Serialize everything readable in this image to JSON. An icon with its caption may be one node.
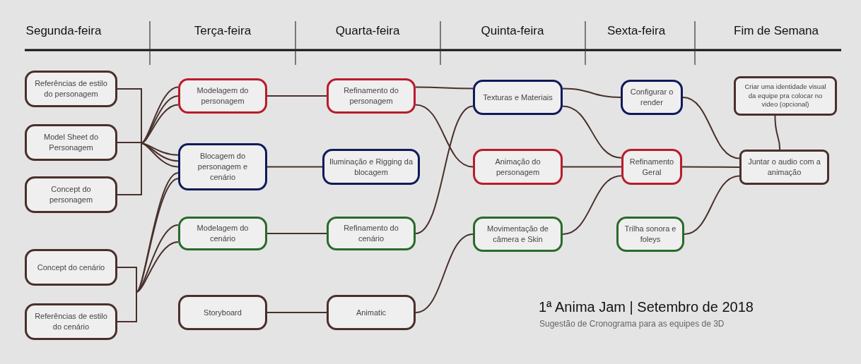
{
  "diagram": {
    "title": "1ª Anima Jam | Setembro de 2018",
    "caption": "Sugestão de Cronograma para as equipes de 3D",
    "nodes": [
      {
        "text": [
          "Referências de estilo do personagem"
        ]
      },
      {
        "text": [
          "Model Sheet do Personagem"
        ]
      },
      {
        "text": [
          "Concept do personagem"
        ]
      },
      {
        "text": [
          "Concept do cenário"
        ]
      },
      {
        "text": [
          "Referências de estilo do cenário"
        ]
      },
      {
        "text": [
          "Modelagem do personagem"
        ]
      },
      {
        "text": [
          "Blocagem do personagem e cenário"
        ]
      },
      {
        "text": [
          "Modelagem do cenário"
        ]
      },
      {
        "text": [
          "Storyboard"
        ]
      },
      {
        "text": [
          "Refinamento do personagem"
        ]
      },
      {
        "text": [
          "Iluminação e Rigging da blocagem"
        ]
      },
      {
        "text": [
          "Refinamento do cenário"
        ]
      },
      {
        "text": [
          "Animatic"
        ]
      },
      {
        "text": [
          "Texturas e Materiais"
        ]
      },
      {
        "text": [
          "Animação do personagem"
        ]
      },
      {
        "text": [
          "Movimentação de câmera e Skin"
        ]
      },
      {
        "text": [
          "Configurar o render"
        ]
      },
      {
        "text": [
          "Refinamento Geral"
        ]
      },
      {
        "text": [
          "Trilha sonora e foleys"
        ]
      },
      {
        "text": [
          "Criar uma identidade visual da equipe pra colocar no video (opcional)"
        ]
      },
      {
        "text": [
          "Juntar o audio com a animação"
        ]
      }
    ],
    "edges": [
      {
        "from": 0,
        "to": 5,
        "arrow": "none"
      },
      {
        "from": 0,
        "to": 6,
        "arrow": "none"
      },
      {
        "from": 1,
        "to": 5,
        "arrow": "none"
      },
      {
        "from": 1,
        "to": 6,
        "arrow": "none"
      },
      {
        "from": 2,
        "to": 5,
        "arrow": "none"
      },
      {
        "from": 2,
        "to": 6,
        "arrow": "none"
      },
      {
        "from": 3,
        "to": 6,
        "arrow": "none"
      },
      {
        "from": 3,
        "to": 7,
        "arrow": "none"
      },
      {
        "from": 4,
        "to": 6,
        "arrow": "none"
      },
      {
        "from": 4,
        "to": 7,
        "arrow": "none"
      },
      {
        "from": 5,
        "to": 9,
        "arrow": "none"
      },
      {
        "from": 6,
        "to": 10,
        "arrow": "none"
      },
      {
        "from": 7,
        "to": 11,
        "arrow": "none"
      },
      {
        "from": 8,
        "to": 12,
        "arrow": "none"
      },
      {
        "from": 9,
        "to": 13,
        "arrow": "none"
      },
      {
        "from": 9,
        "to": 14,
        "arrow": "none"
      },
      {
        "from": 11,
        "to": 13,
        "arrow": "none"
      },
      {
        "from": 12,
        "to": 15,
        "arrow": "none"
      },
      {
        "from": 13,
        "to": 16,
        "arrow": "none"
      },
      {
        "from": 13,
        "to": 17,
        "arrow": "none"
      },
      {
        "from": 14,
        "to": 17,
        "arrow": "none"
      },
      {
        "from": 15,
        "to": 17,
        "arrow": "none"
      },
      {
        "from": 16,
        "to": 20,
        "arrow": "none"
      },
      {
        "from": 17,
        "to": 20,
        "arrow": "none"
      },
      {
        "from": 18,
        "to": 20,
        "arrow": "none"
      },
      {
        "from": 19,
        "to": 20,
        "arrow": "none"
      }
    ],
    "labels": [
      "Segunda-feira",
      "Terça-feira",
      "Quarta-feira",
      "Quinta-feira",
      "Sexta-feira",
      "Fim de Semana"
    ]
  }
}
